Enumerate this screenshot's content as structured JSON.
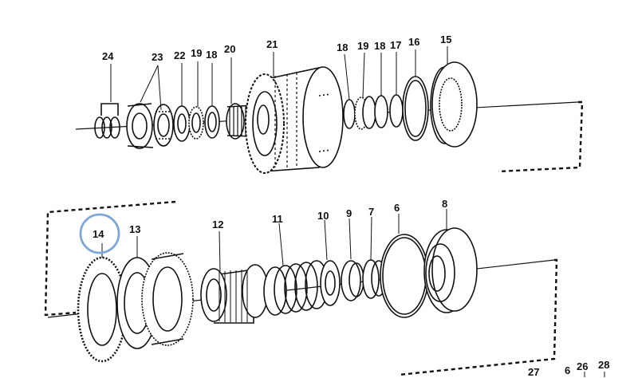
{
  "diagram": {
    "highlight_color": "#7ea6d8",
    "ink_color": "#111111",
    "labels": {
      "p24": "24",
      "p23": "23",
      "p22": "22",
      "p19a": "19",
      "p18a": "18",
      "p20": "20",
      "p21": "21",
      "p18b": "18",
      "p19b": "19",
      "p18c": "18",
      "p17": "17",
      "p16": "16",
      "p15": "15",
      "p14": "14",
      "p13": "13",
      "p12": "12",
      "p11": "11",
      "p10": "10",
      "p9": "9",
      "p7": "7",
      "p6": "6",
      "p8": "8",
      "p27": "27",
      "p6b": "6",
      "p26": "26",
      "p28": "28"
    }
  }
}
